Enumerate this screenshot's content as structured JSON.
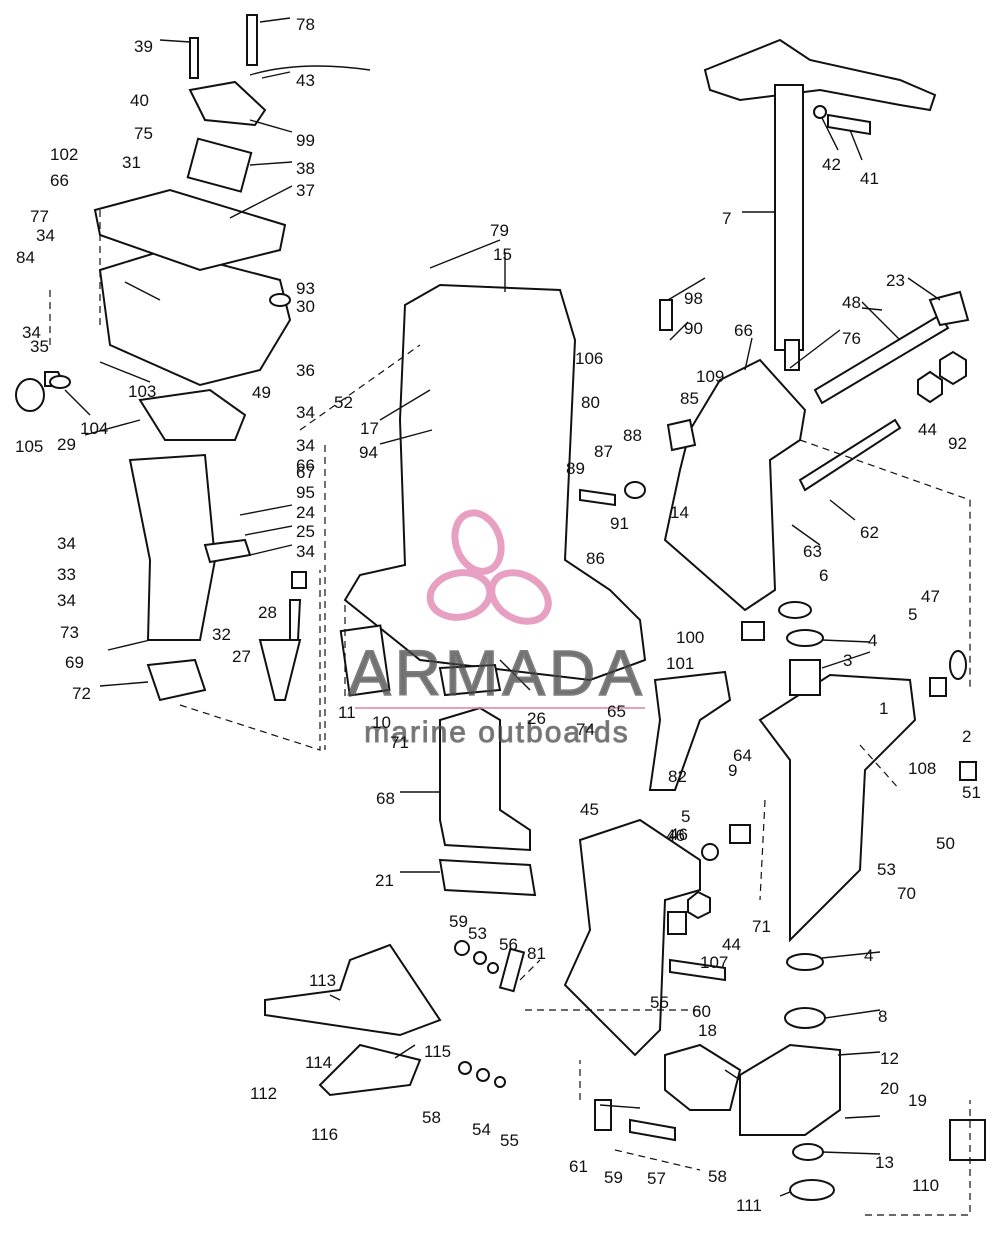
{
  "diagram": {
    "part_numbers": [
      "1",
      "2",
      "3",
      "4",
      "5",
      "6",
      "7",
      "8",
      "9",
      "10",
      "11",
      "12",
      "13",
      "14",
      "15",
      "17",
      "18",
      "19",
      "20",
      "21",
      "23",
      "24",
      "25",
      "26",
      "27",
      "28",
      "29",
      "30",
      "31",
      "32",
      "33",
      "34",
      "35",
      "36",
      "37",
      "38",
      "39",
      "40",
      "41",
      "42",
      "43",
      "44",
      "45",
      "46",
      "47",
      "48",
      "49",
      "50",
      "51",
      "52",
      "53",
      "54",
      "55",
      "56",
      "57",
      "58",
      "59",
      "60",
      "61",
      "62",
      "63",
      "64",
      "65",
      "66",
      "67",
      "68",
      "69",
      "70",
      "71",
      "72",
      "73",
      "74",
      "75",
      "76",
      "77",
      "78",
      "79",
      "80",
      "81",
      "82",
      "84",
      "85",
      "86",
      "87",
      "88",
      "89",
      "90",
      "91",
      "92",
      "93",
      "94",
      "95",
      "98",
      "99",
      "100",
      "101",
      "102",
      "103",
      "104",
      "105",
      "106",
      "107",
      "108",
      "109",
      "110",
      "111",
      "112",
      "113",
      "114",
      "115",
      "116"
    ]
  },
  "watermark": {
    "brand": "ARMADA",
    "tagline": "marine outboards",
    "logo_color": "#e07fae",
    "text_color": "#555555"
  },
  "colors": {
    "ink": "#111111",
    "background": "#ffffff"
  }
}
